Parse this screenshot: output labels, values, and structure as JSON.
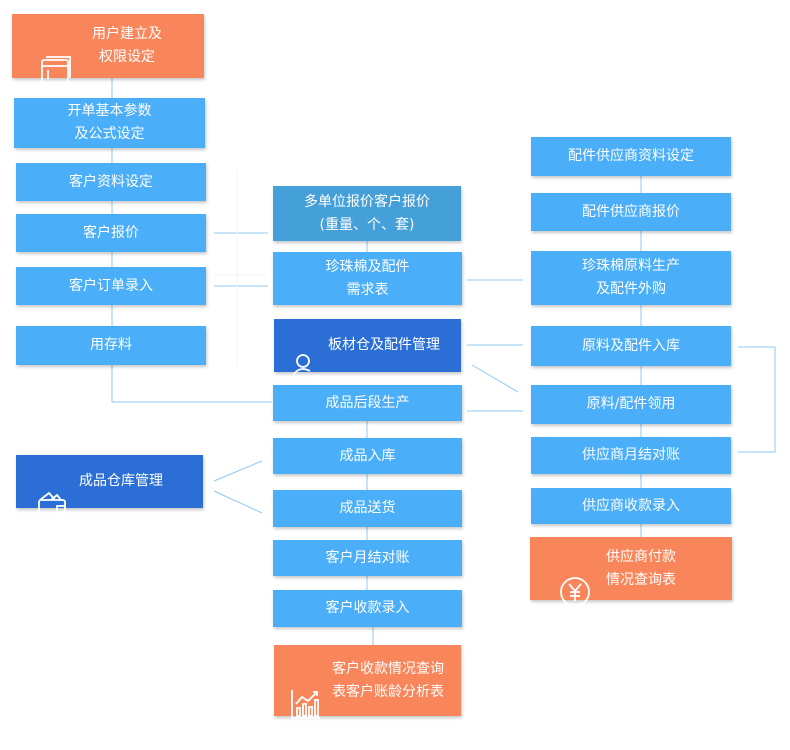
{
  "left_column": {
    "user_setup": "用户建立及\n权限设定",
    "params": "开单基本参数\n及公式设定",
    "customer_info": "客户资料设定",
    "customer_quote": "客户报价",
    "order_entry": "客户订单录入",
    "stock_use": "用存料",
    "finished_warehouse": "成品仓库管理"
  },
  "middle_column": {
    "multi_unit_quote": "多单位报价客户报价\n(重量、个、套)",
    "pearl_cotton_demand": "珍珠棉及配件\n需求表",
    "board_warehouse": "板材仓及配件管理",
    "later_production": "成品后段生产",
    "finished_in": "成品入库",
    "delivery": "成品送货",
    "customer_monthly": "客户月结对账",
    "customer_receipt": "客户收款录入",
    "receipt_report": "客户收款情况查询\n表客户账龄分析表"
  },
  "right_column": {
    "supplier_info": "配件供应商资料设定",
    "supplier_quote": "配件供应商报价",
    "raw_production": "珍珠棉原料生产\n及配件外购",
    "raw_in": "原料及配件入库",
    "raw_use": "原料/配件领用",
    "supplier_monthly": "供应商月结对账",
    "supplier_receipt": "供应商收款录入",
    "payment_report": "供应商付款\n情况查询表"
  },
  "colors": {
    "blue": "#4aaef8",
    "dark_blue": "#2b6fd6",
    "orange": "#f9865a",
    "connector": "#8fcaf2"
  },
  "icons": [
    "window-icon",
    "user-list-icon",
    "wallet-icon",
    "chart-icon",
    "yen-icon"
  ]
}
